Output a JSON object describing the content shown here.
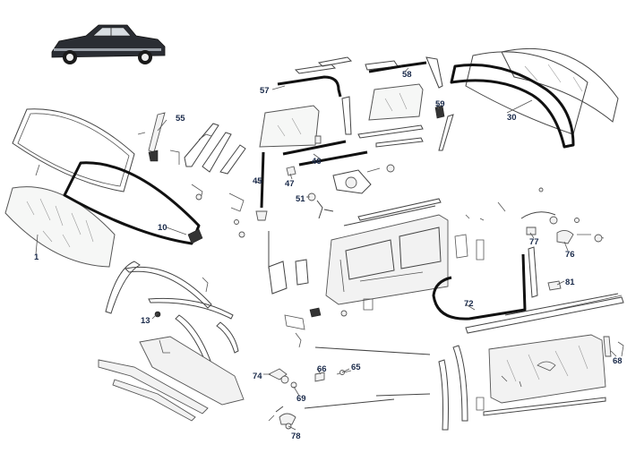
{
  "diagram": {
    "callouts": [
      {
        "id": "c1",
        "label": "1"
      },
      {
        "id": "c10",
        "label": "10"
      },
      {
        "id": "c13",
        "label": "13"
      },
      {
        "id": "c30",
        "label": "30"
      },
      {
        "id": "c45",
        "label": "45"
      },
      {
        "id": "c46",
        "label": "46"
      },
      {
        "id": "c47",
        "label": "47"
      },
      {
        "id": "c51",
        "label": "51"
      },
      {
        "id": "c55",
        "label": "55"
      },
      {
        "id": "c57",
        "label": "57"
      },
      {
        "id": "c58",
        "label": "58"
      },
      {
        "id": "c59",
        "label": "59"
      },
      {
        "id": "c65",
        "label": "65"
      },
      {
        "id": "c66",
        "label": "66"
      },
      {
        "id": "c68",
        "label": "68"
      },
      {
        "id": "c69",
        "label": "69"
      },
      {
        "id": "c72",
        "label": "72"
      },
      {
        "id": "c74",
        "label": "74"
      },
      {
        "id": "c76",
        "label": "76"
      },
      {
        "id": "c77",
        "label": "77"
      },
      {
        "id": "c78",
        "label": "78"
      },
      {
        "id": "c81",
        "label": "81"
      }
    ]
  }
}
